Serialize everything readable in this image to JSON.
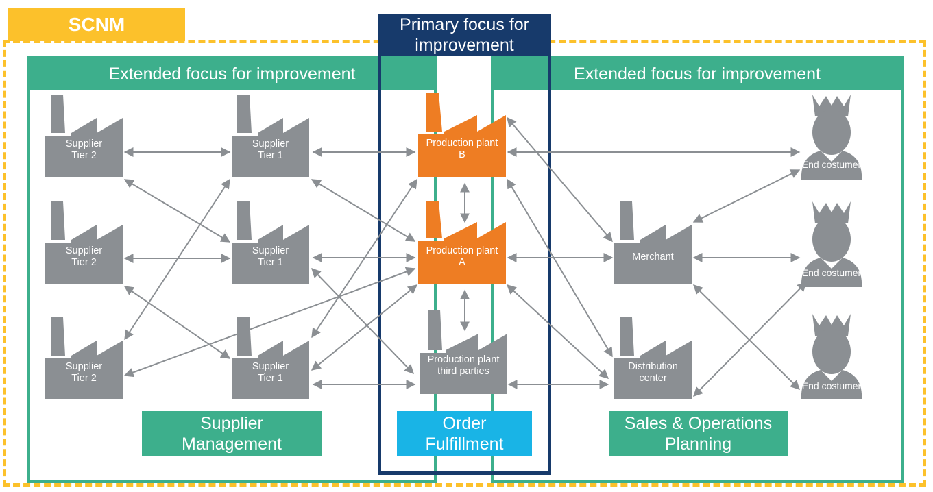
{
  "badge": "SCNM",
  "headers": {
    "primary_line1": "Primary focus for",
    "primary_line2": "improvement",
    "extended_left": "Extended focus for improvement",
    "extended_right": "Extended focus for improvement"
  },
  "areas": {
    "supplier_line1": "Supplier",
    "supplier_line2": "Management",
    "order_line1": "Order",
    "order_line2": "Fulfillment",
    "sales_line1": "Sales & Operations",
    "sales_line2": "Planning"
  },
  "nodes": {
    "t2a_l1": "Supplier",
    "t2a_l2": "Tier 2",
    "t2b_l1": "Supplier",
    "t2b_l2": "Tier 2",
    "t2c_l1": "Supplier",
    "t2c_l2": "Tier 2",
    "t1a_l1": "Supplier",
    "t1a_l2": "Tier 1",
    "t1b_l1": "Supplier",
    "t1b_l2": "Tier 1",
    "t1c_l1": "Supplier",
    "t1c_l2": "Tier 1",
    "ppb_l1": "Production plant",
    "ppb_l2": "B",
    "ppa_l1": "Production plant",
    "ppa_l2": "A",
    "ppt_l1": "Production plant",
    "ppt_l2": "third parties",
    "merchant": "Merchant",
    "dist_l1": "Distribution",
    "dist_l2": "center",
    "cust1": "End costumer",
    "cust2": "End costumer",
    "cust3": "End costumer"
  },
  "colors": {
    "yellow": "#fcc12b",
    "green": "#3daf8c",
    "navy": "#173a6b",
    "orange": "#ee7d23",
    "gray": "#8b8f93",
    "cyan": "#19b4e6"
  }
}
